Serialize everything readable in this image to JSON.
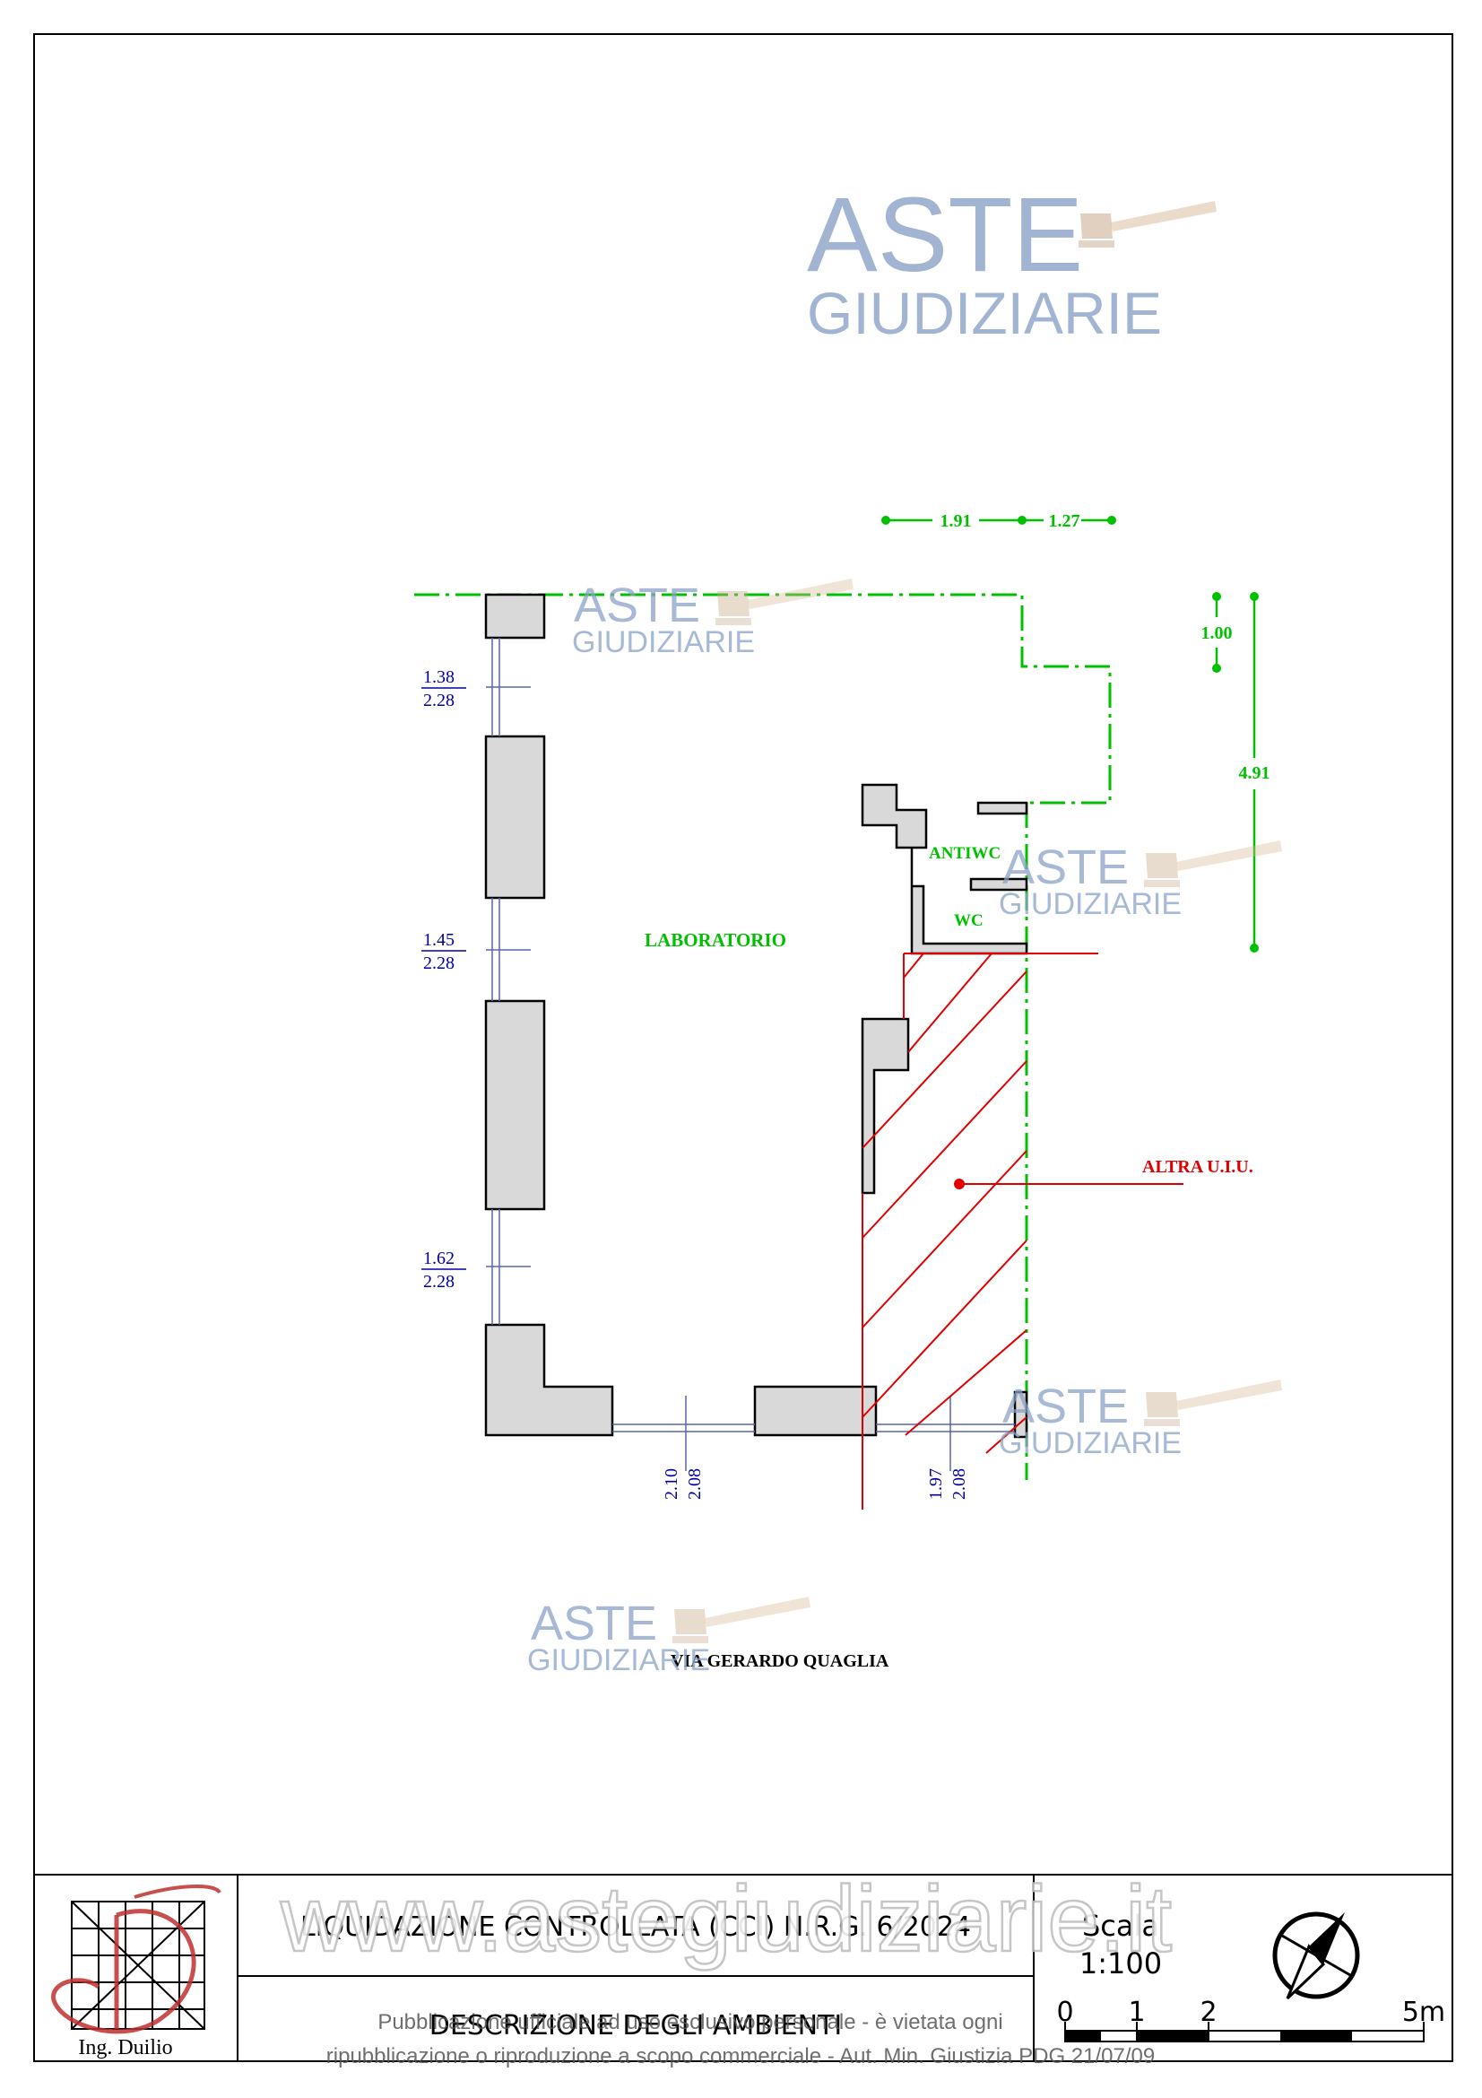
{
  "watermark": {
    "line1": "ASTE",
    "line2": "GIUDIZIARIE"
  },
  "dimensions_top": [
    "1.91",
    "1.27"
  ],
  "dimensions_right": [
    "1.00",
    "4.91"
  ],
  "windows": [
    {
      "w": "1.38",
      "h": "2.28"
    },
    {
      "w": "1.45",
      "h": "2.28"
    },
    {
      "w": "1.62",
      "h": "2.28"
    }
  ],
  "doors": [
    {
      "w": "2.10",
      "h": "2.08"
    },
    {
      "w": "1.97",
      "h": "2.08"
    }
  ],
  "rooms": {
    "laboratorio": "LABORATORIO",
    "antiwc": "ANTIWC",
    "wc": "WC"
  },
  "other_unit": "ALTRA U.I.U.",
  "street": "VIA GERARDO QUAGLIA",
  "title_block": {
    "logo_caption": "Ing. Duilio",
    "title": "LIQUIDAZIONE CONTROLLATA (CCI) N.R.G. 6/2024",
    "subtitle": "DESCRIZIONE DEGLI AMBIENTI",
    "scale_label": "Scala",
    "scale_value": "1:100",
    "scalebar_labels": [
      "0",
      "1",
      "2",
      "5m"
    ]
  },
  "website_watermark": "www.astegiudiziarie.it",
  "footer": {
    "line1": "Pubblicazione ufficiale ad uso esclusivo personale - è vietata ogni",
    "line2": "ripubblicazione o riproduzione a scopo commerciale - Aut. Min. Giustizia PDG 21/07/09"
  },
  "colors": {
    "wall_fill": "#d9d9d9",
    "green": "#00c000",
    "blue": "#0000a0",
    "red": "#e00000",
    "watermark": "#8aa2c8"
  }
}
